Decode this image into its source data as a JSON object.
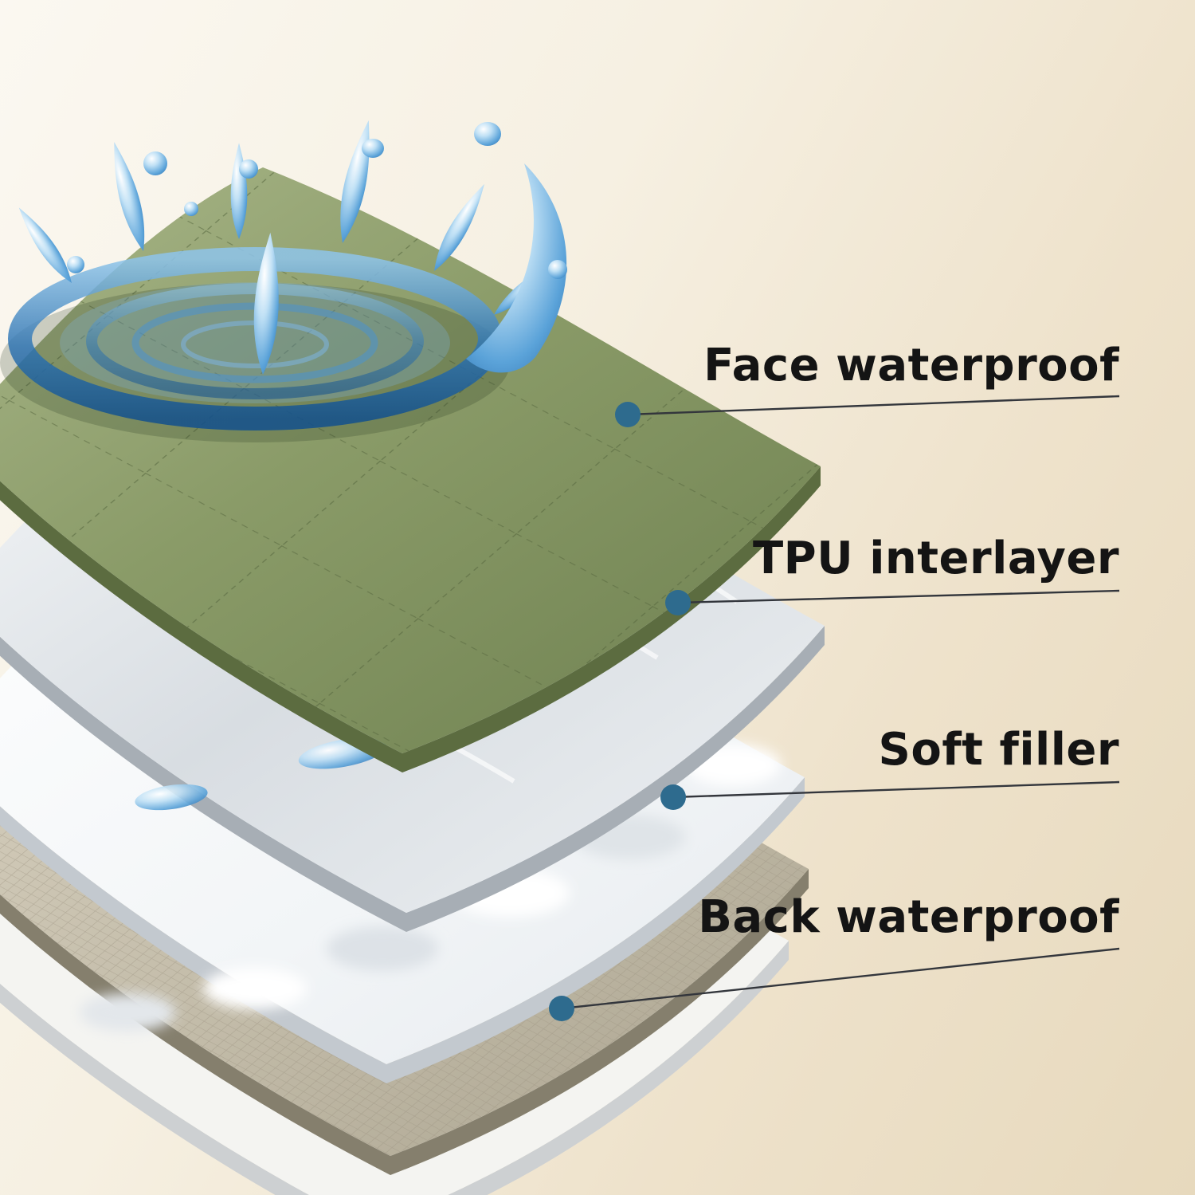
{
  "diagram": {
    "type": "layered-material-exploded-diagram",
    "callouts": [
      {
        "label": "Face waterproof"
      },
      {
        "label": "TPU interlayer"
      },
      {
        "label": "Soft filler"
      },
      {
        "label": "Back waterproof"
      }
    ],
    "layers": [
      {
        "name": "face-waterproof",
        "description": "green quilted waterproof top fabric with water splash",
        "color": "#8a9b68"
      },
      {
        "name": "tpu-interlayer",
        "description": "translucent TPU film with water beads",
        "color": "#e4e8ec"
      },
      {
        "name": "soft-filler",
        "description": "white fluffy padding layer",
        "color": "#f7f9fb"
      },
      {
        "name": "back-waterproof",
        "description": "woven beige waterproof backing",
        "color": "#c0b9a6"
      }
    ],
    "colors": {
      "background_light": "#fbf8f1",
      "background_dark": "#e7d9bd",
      "callout_dot": "#2e6b8e",
      "callout_line": "#33363c",
      "label_text": "#141414",
      "water_dark": "#1d5d9e",
      "water_light": "#bfe0f5",
      "face_green": "#8a9b68",
      "face_green_edge": "#5c6c40"
    }
  }
}
